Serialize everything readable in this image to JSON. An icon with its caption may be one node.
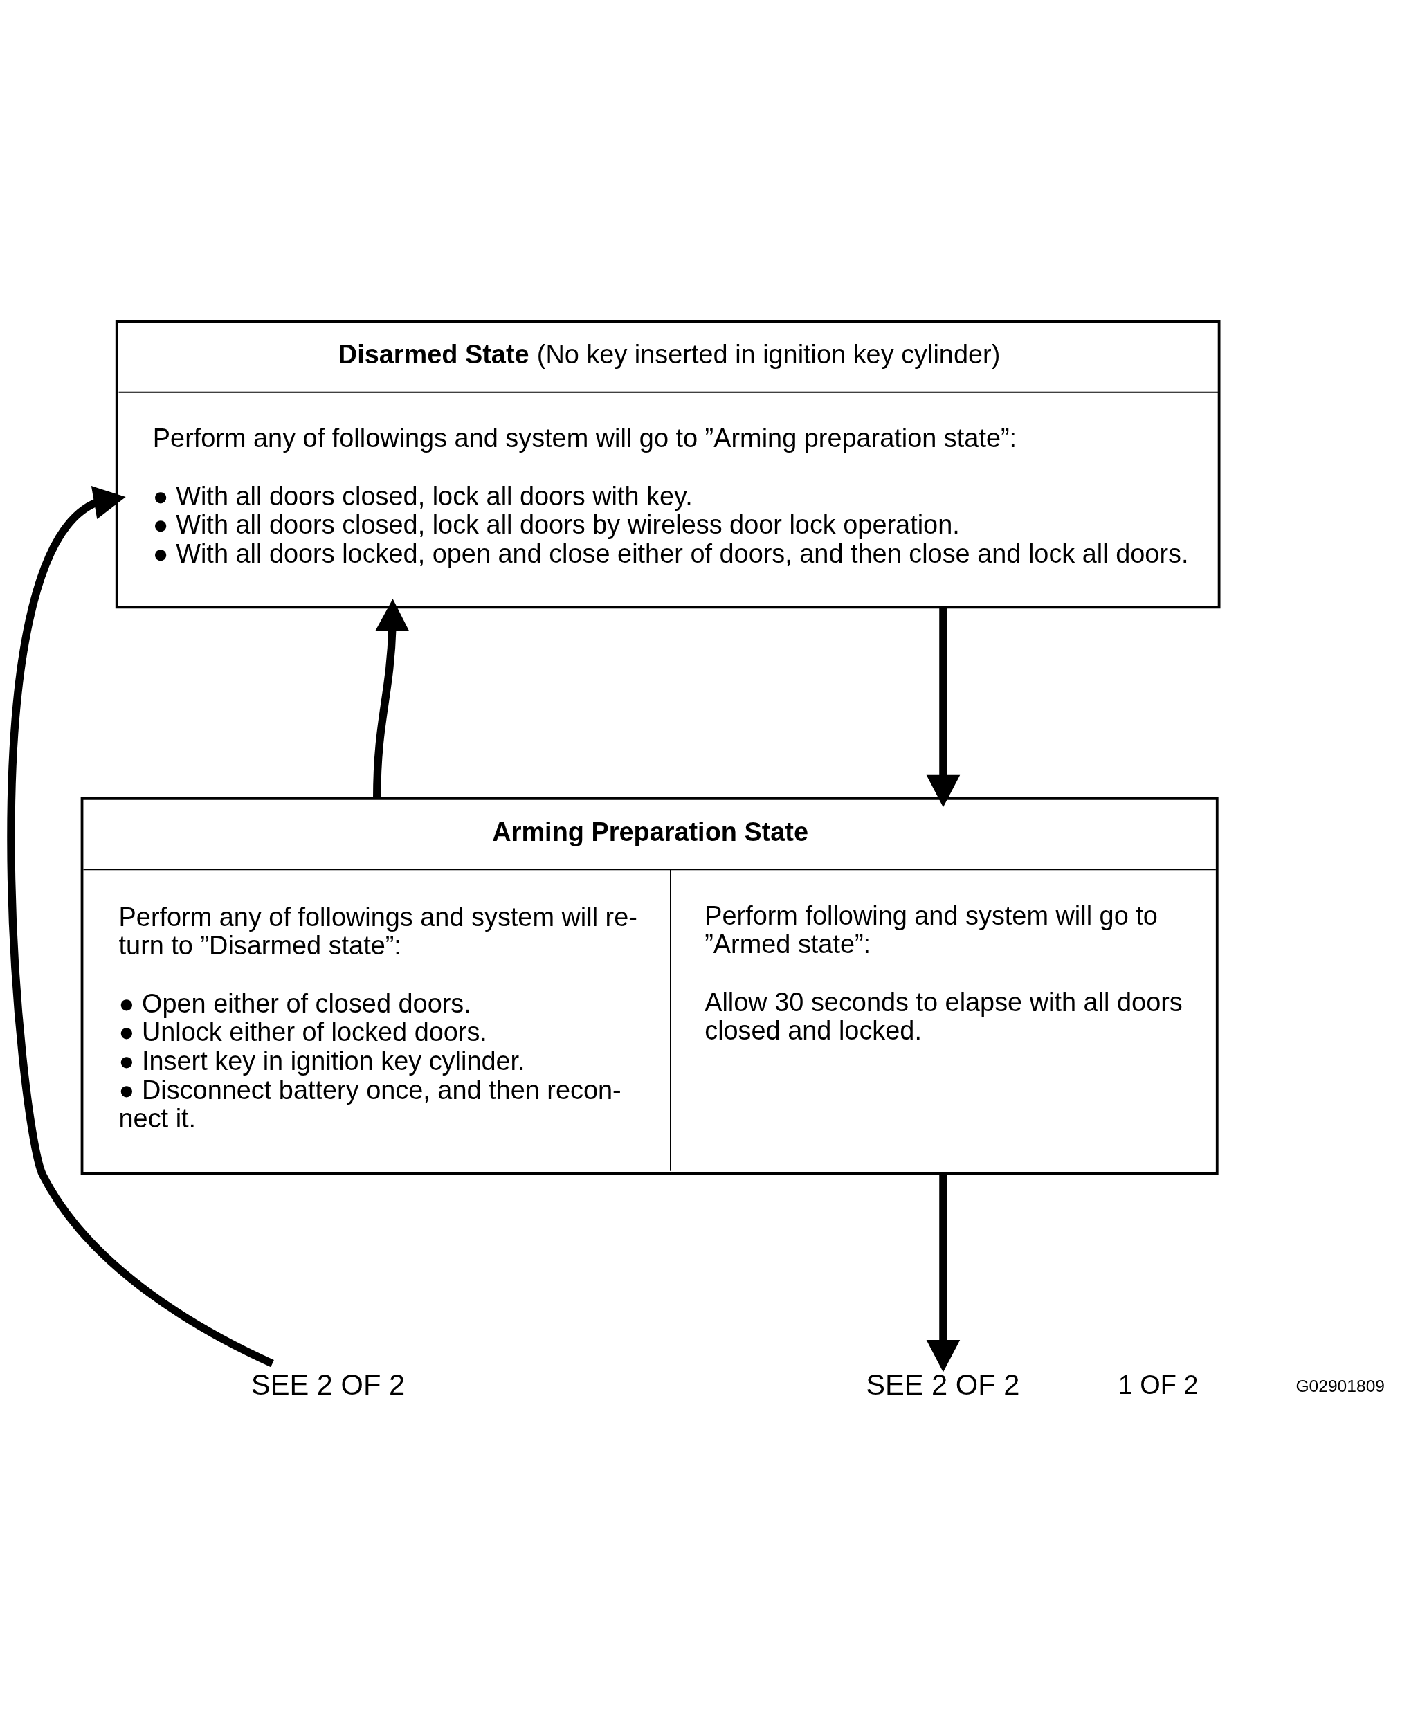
{
  "diagram": {
    "nodes": [
      {
        "text": [
          "**Disarmed State** (No key inserted in ignition key cylinder)",
          "Perform any of followings and system will go to ”Arming preparation state”:",
          "● With all doors closed, lock all doors with key.",
          "● With all doors closed, lock all doors by wireless door lock operation.",
          "● With all doors locked, open and close either of doors, and then close and lock all doors."
        ]
      },
      {
        "text": [
          "Arming Preparation State",
          "Perform any of followings and system will re- turn to ”Disarmed state”:",
          "● Open either of closed doors.",
          "● Unlock either of locked doors.",
          "● Insert key in ignition key cylinder.",
          "● Disconnect battery once, and then recon- nect it.",
          "Perform following and system will go to ”Armed state”:",
          "Allow 30 seconds to elapse with all doors closed and locked."
        ]
      },
      {
        "text": [
          "SEE 2 OF 2"
        ]
      },
      {
        "text": [
          "SEE 2 OF 2"
        ]
      }
    ],
    "edges": [
      {
        "from": 2,
        "to": 0,
        "arrow": "to"
      },
      {
        "from": 1,
        "to": 0,
        "arrow": "to"
      },
      {
        "from": 0,
        "to": 1,
        "arrow": "to"
      },
      {
        "from": 1,
        "to": 3,
        "arrow": "to"
      }
    ],
    "labels": [
      "1 OF 2",
      "G02901809"
    ]
  }
}
